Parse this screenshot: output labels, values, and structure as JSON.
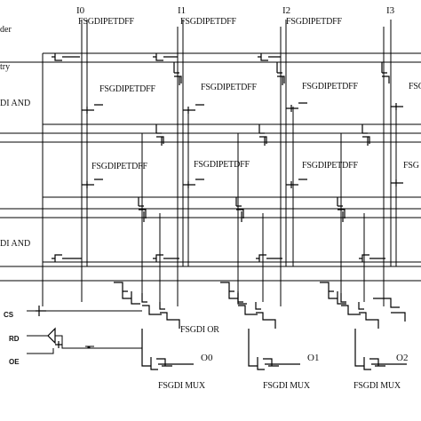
{
  "inputs": [
    "I0",
    "I1",
    "I2",
    "I3"
  ],
  "outputs": [
    "O0",
    "O1",
    "O2"
  ],
  "side_labels": {
    "decoder_line1": "der",
    "decoder_line2": "try",
    "and_top": "DI AND",
    "and_bottom": "DI AND"
  },
  "control_signals": [
    "CS",
    "RD",
    "OE"
  ],
  "cells": {
    "row1": [
      "FSGDIPETDFF",
      "FSGDIPETDFF",
      "FSGDIPETDFF"
    ],
    "row2": [
      "FSGDIPETDFF",
      "FSGDIPETDFF",
      "FSGDIPETDFF",
      "FSG"
    ],
    "row3": [
      "FSGDIPETDFF",
      "FSGDIPETDFF",
      "FSGDIPETDFF",
      "FSG"
    ]
  },
  "gate_labels": {
    "or": "FSGDI OR",
    "mux": [
      "FSGDI MUX",
      "FSGDI MUX",
      "FSGDI MUX"
    ]
  }
}
